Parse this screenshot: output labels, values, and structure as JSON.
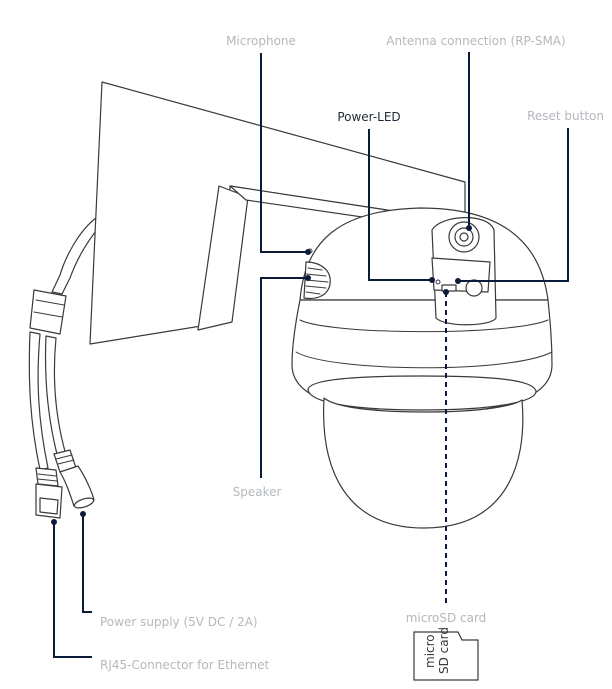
{
  "labels": {
    "microphone": "Microphone",
    "antenna": "Antenna connection (RP-SMA)",
    "power_led": "Power-LED",
    "reset_button": "Reset button",
    "speaker": "Speaker",
    "microsd_card": "microSD card",
    "power_supply": "Power supply (5V DC / 2A)",
    "rj45": "RJ45-Connector for Ethernet"
  },
  "sd_card_text": {
    "line1": "micro",
    "line2": "SD card"
  },
  "colors": {
    "label_gray": "#b4b8bd",
    "label_dark": "#1e2a3a",
    "leader": "#0b1c3a",
    "outline": "#3a3a3a"
  }
}
